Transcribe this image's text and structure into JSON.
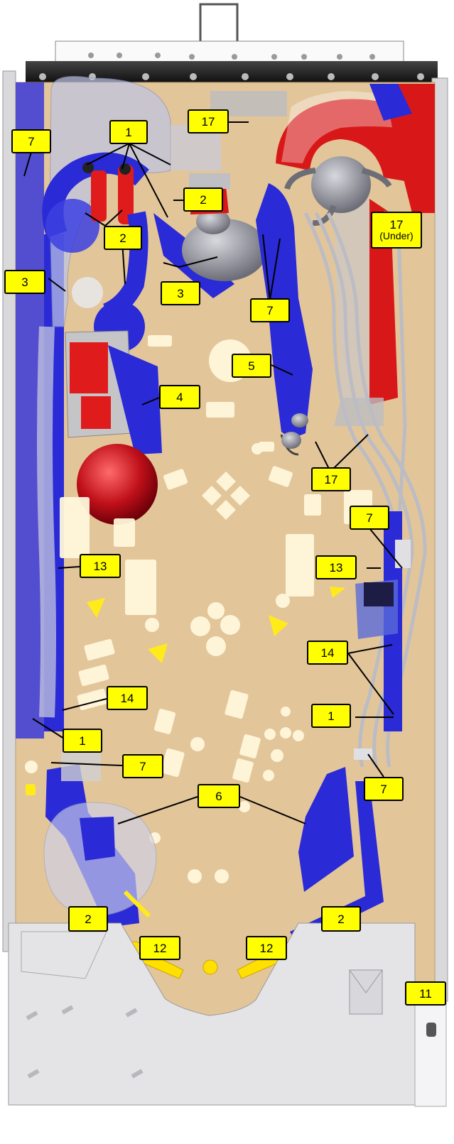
{
  "diagram": {
    "callouts": [
      {
        "id": "c1a",
        "label": "1"
      },
      {
        "id": "c1b",
        "label": "1"
      },
      {
        "id": "c1c",
        "label": "1"
      },
      {
        "id": "c2a",
        "label": "2"
      },
      {
        "id": "c2b",
        "label": "2"
      },
      {
        "id": "c2c",
        "label": "2"
      },
      {
        "id": "c2d",
        "label": "2"
      },
      {
        "id": "c3a",
        "label": "3"
      },
      {
        "id": "c3b",
        "label": "3"
      },
      {
        "id": "c4",
        "label": "4"
      },
      {
        "id": "c5",
        "label": "5"
      },
      {
        "id": "c6",
        "label": "6"
      },
      {
        "id": "c7a",
        "label": "7"
      },
      {
        "id": "c7b",
        "label": "7"
      },
      {
        "id": "c7c",
        "label": "7"
      },
      {
        "id": "c7d",
        "label": "7"
      },
      {
        "id": "c7e",
        "label": "7"
      },
      {
        "id": "c11",
        "label": "11"
      },
      {
        "id": "c12a",
        "label": "12"
      },
      {
        "id": "c12b",
        "label": "12"
      },
      {
        "id": "c13a",
        "label": "13"
      },
      {
        "id": "c13b",
        "label": "13"
      },
      {
        "id": "c14a",
        "label": "14"
      },
      {
        "id": "c14b",
        "label": "14"
      },
      {
        "id": "c17a",
        "label": "17"
      },
      {
        "id": "c17b",
        "label": "17",
        "sublabel": "(Under)"
      },
      {
        "id": "c17c",
        "label": "17"
      }
    ]
  },
  "colors": {
    "wood": "#e3c59a",
    "blue_plastic": "#2a2ad6",
    "red_plastic": "#d81818",
    "callout_fill": "#ffff00",
    "metal": "#c8c8cc",
    "apron": "#e6e6e6",
    "insert": "#fff6d8"
  }
}
